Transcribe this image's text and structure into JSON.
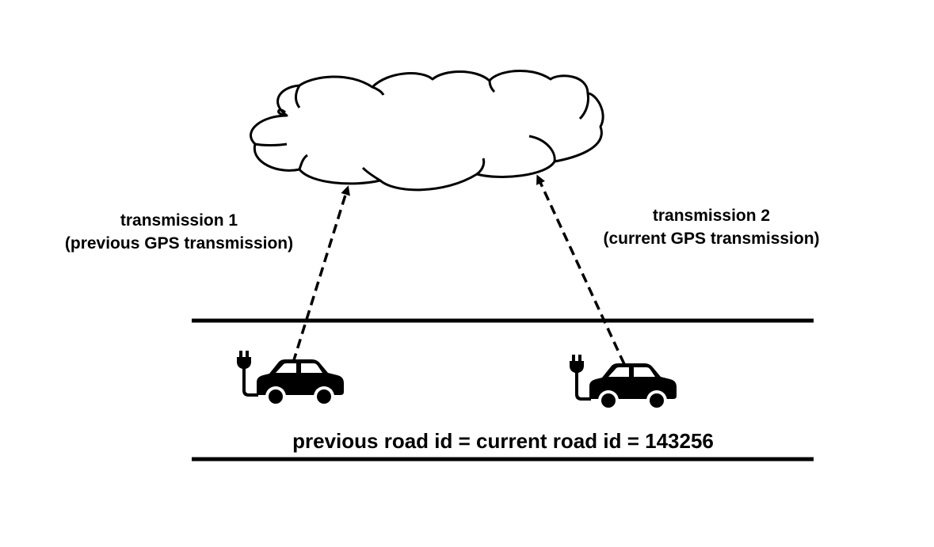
{
  "diagram": {
    "cloud": {
      "icon": "cloud-icon"
    },
    "transmission_1": {
      "line1": "transmission 1",
      "line2": "(previous GPS transmission)"
    },
    "transmission_2": {
      "line1": "transmission 2",
      "line2": "(current GPS transmission)"
    },
    "road": {
      "label": "previous road id = current road id = 143256"
    },
    "vehicles": [
      {
        "icon": "electric-car-icon"
      },
      {
        "icon": "electric-car-icon"
      }
    ],
    "colors": {
      "stroke": "#000000",
      "background": "#ffffff"
    }
  }
}
